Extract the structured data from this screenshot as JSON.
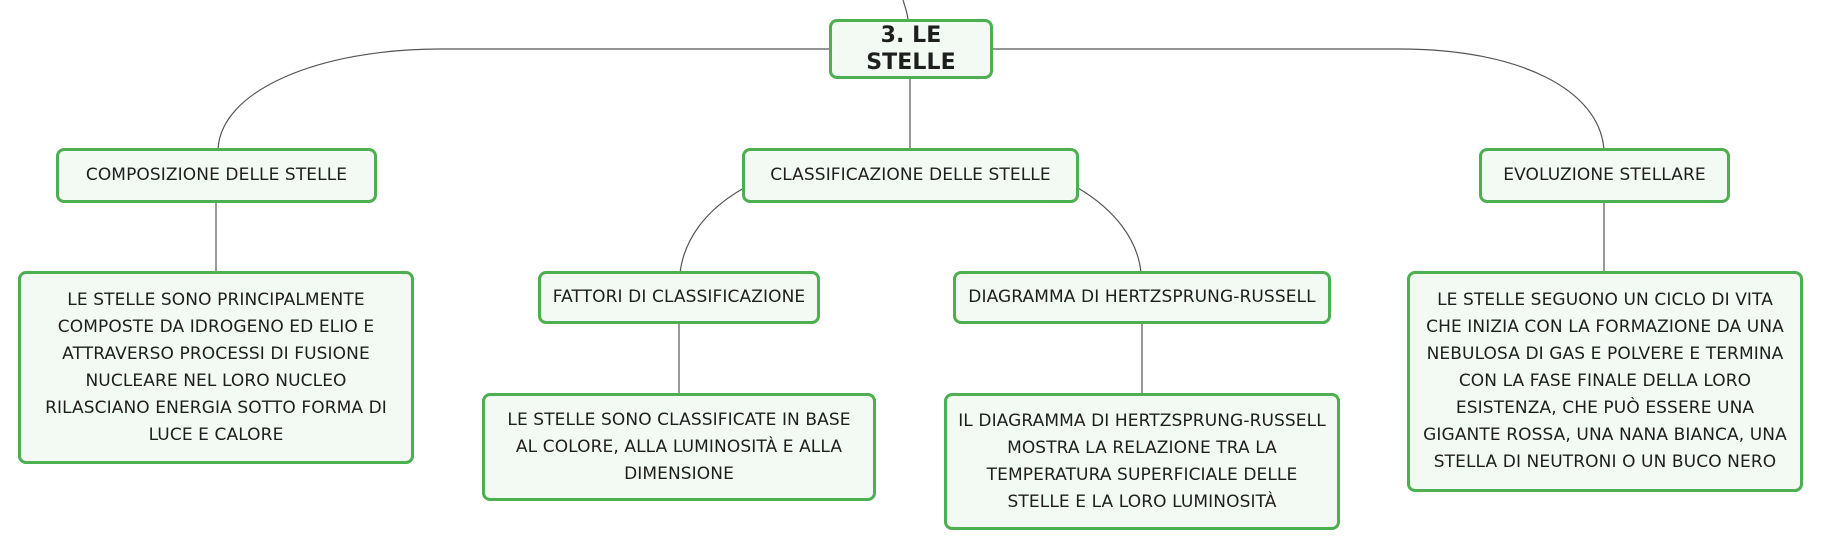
{
  "diagram": {
    "root": {
      "label": "3. LE STELLE"
    },
    "branches": [
      {
        "label": "COMPOSIZIONE DELLE STELLE",
        "detail": "LE STELLE SONO PRINCIPALMENTE COMPOSTE DA IDROGENO ED ELIO E ATTRAVERSO PROCESSI DI FUSIONE NUCLEARE NEL LORO NUCLEO RILASCIANO ENERGIA SOTTO FORMA DI LUCE E CALORE"
      },
      {
        "label": "CLASSIFICAZIONE DELLE STELLE",
        "children": [
          {
            "label": "FATTORI DI CLASSIFICAZIONE",
            "detail": "LE STELLE SONO CLASSIFICATE IN BASE AL COLORE, ALLA LUMINOSITÀ E ALLA DIMENSIONE"
          },
          {
            "label": "DIAGRAMMA DI HERTZSPRUNG-RUSSELL",
            "detail": "IL DIAGRAMMA DI HERTZSPRUNG-RUSSELL MOSTRA LA RELAZIONE TRA LA TEMPERATURA SUPERFICIALE DELLE STELLE E LA LORO LUMINOSITÀ"
          }
        ]
      },
      {
        "label": "EVOLUZIONE STELLARE",
        "detail": "LE STELLE SEGUONO UN CICLO DI VITA CHE INIZIA CON LA FORMAZIONE DA UNA NEBULOSA DI GAS E POLVERE E TERMINA CON LA FASE FINALE DELLA LORO ESISTENZA, CHE PUÒ ESSERE UNA GIGANTE ROSSA, UNA NANA BIANCA, UNA STELLA DI NEUTRONI O UN BUCO NERO"
      }
    ],
    "colors": {
      "node_border": "#4caf50",
      "node_fill": "#f3f9f3",
      "connector": "#555555",
      "text": "#1e1e1e"
    }
  }
}
